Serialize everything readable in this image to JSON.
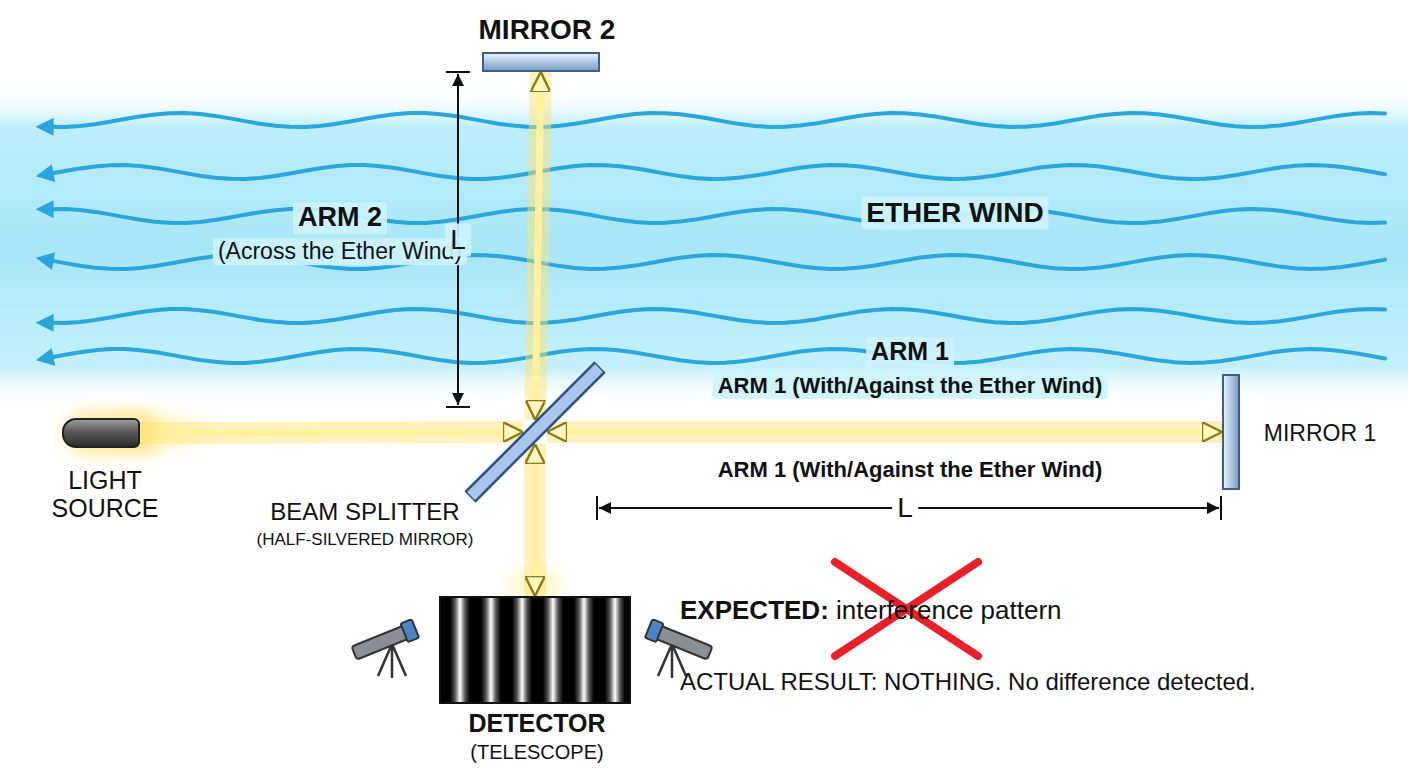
{
  "diagram": {
    "nodes": [
      {
        "text": [
          "LIGHT SOURCE"
        ]
      },
      {
        "text": [
          "BEAM SPLITTER",
          "(HALF-SILVERED MIRROR)"
        ]
      },
      {
        "text": [
          "MIRROR 2"
        ]
      },
      {
        "text": [
          "MIRROR 1"
        ]
      },
      {
        "text": [
          "DETECTOR",
          "(TELESCOPE)"
        ]
      }
    ],
    "edges": [
      {
        "from": 0,
        "to": 1,
        "arrow": "to"
      },
      {
        "from": 1,
        "to": 2,
        "arrow": "both"
      },
      {
        "from": 1,
        "to": 3,
        "arrow": "both"
      },
      {
        "from": 1,
        "to": 4,
        "arrow": "both"
      }
    ],
    "labels": [
      "ARM 2",
      "(Across the Ether Wind)",
      "L",
      "ETHER WIND",
      "ARM 1",
      "ARM 1 (With/Against the Ether Wind)",
      "ARM 1 (With/Against the Ether Wind)",
      "L",
      "EXPECTED: interference pattern",
      "ACTUAL RESULT: NOTHING. No difference detected."
    ]
  }
}
